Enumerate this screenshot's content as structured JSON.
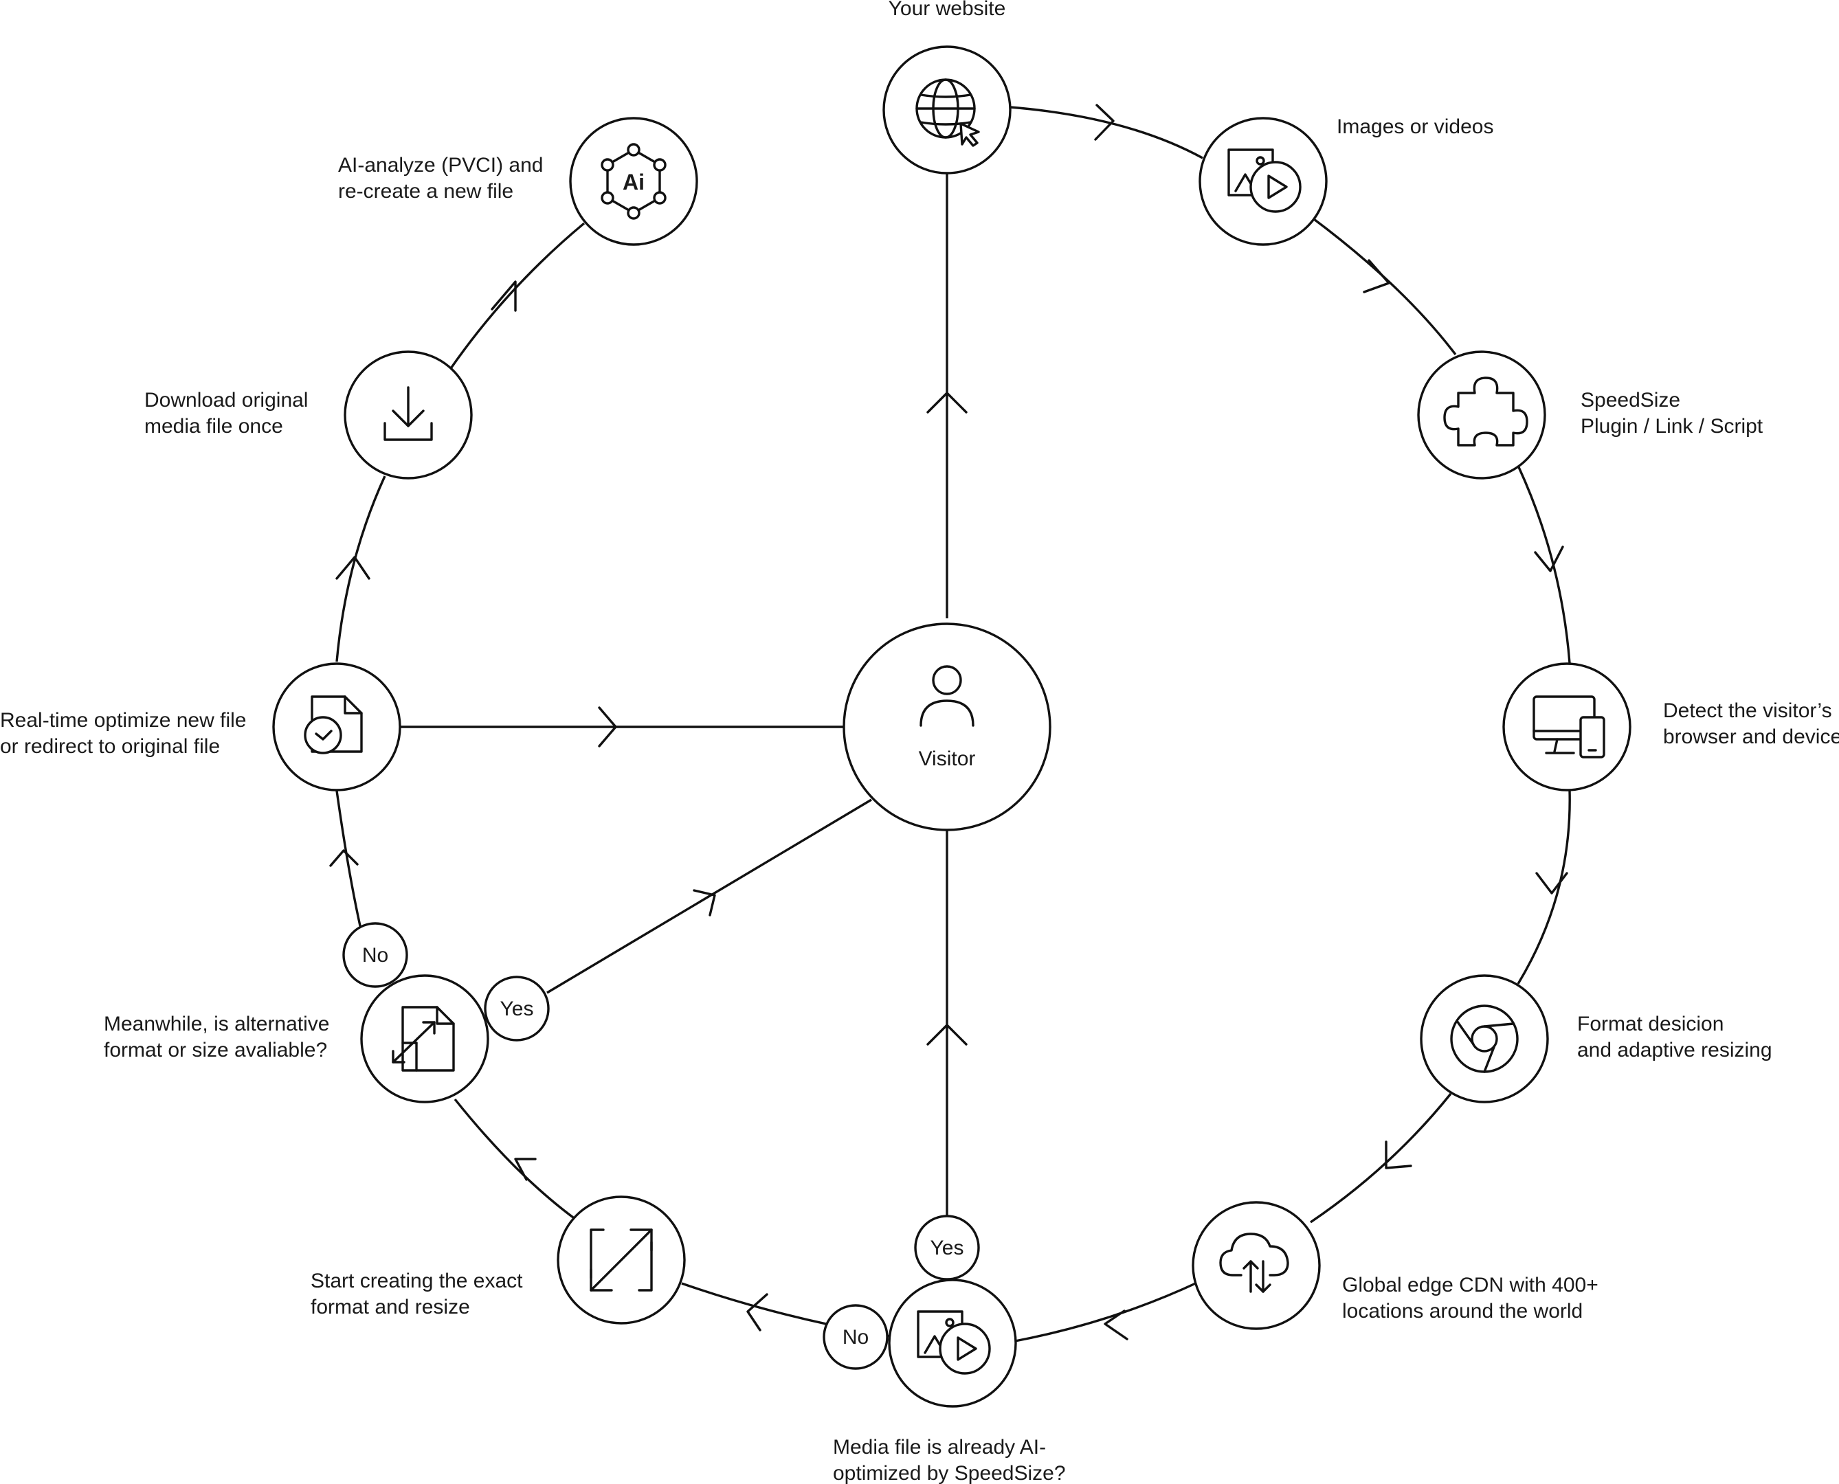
{
  "nodes": {
    "website": {
      "label": [
        "Your website"
      ]
    },
    "images": {
      "label": [
        "Images or videos"
      ]
    },
    "plugin": {
      "label": [
        "SpeedSize",
        "Plugin / Link / Script"
      ]
    },
    "detect": {
      "label": [
        "Detect the visitor’s",
        "browser and device"
      ]
    },
    "format": {
      "label": [
        "Format desicion",
        "and adaptive resizing"
      ]
    },
    "cdn": {
      "label": [
        "Global edge CDN with 400+",
        "locations around the world"
      ]
    },
    "media": {
      "label": [
        "Media file is already AI-",
        "optimized by SpeedSize?"
      ]
    },
    "resize": {
      "label": [
        "Start creating the exact",
        "format and resize"
      ]
    },
    "alternative": {
      "label": [
        "Meanwhile, is alternative",
        "format or size avaliable?"
      ]
    },
    "realtime": {
      "label": [
        "Real-time optimize new file",
        "or redirect to original file"
      ]
    },
    "download": {
      "label": [
        "Download original",
        "media file once"
      ]
    },
    "ai": {
      "label": [
        "AI-analyze (PVCI) and",
        "re-create a new file"
      ],
      "icon_text": "Ai"
    },
    "visitor": {
      "label": [
        "Visitor"
      ]
    }
  },
  "badges": {
    "media_yes": "Yes",
    "media_no": "No",
    "alt_yes": "Yes",
    "alt_no": "No"
  },
  "icons": {
    "website": "globe-cursor-icon",
    "images": "image-video-icon",
    "plugin": "puzzle-icon",
    "detect": "monitor-phone-icon",
    "format": "chrome-icon",
    "cdn": "cloud-transfer-icon",
    "media": "image-video-icon",
    "resize": "resize-arrows-icon",
    "alternative": "document-resize-icon",
    "realtime": "document-clock-icon",
    "download": "download-icon",
    "ai": "ai-network-icon",
    "visitor": "user-icon"
  }
}
